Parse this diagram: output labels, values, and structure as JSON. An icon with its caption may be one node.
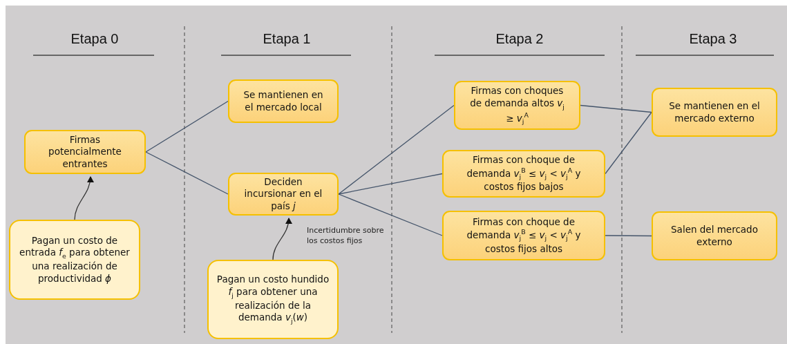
{
  "diagram": {
    "nodes": [
      {
        "text": [
          "Firmas potencialmente entrantes"
        ]
      },
      {
        "text": [
          "Pagan un costo de entrada *f*$_{e}$ para obtener una realización de productividad *ϕ*"
        ]
      },
      {
        "text": [
          "Se mantienen en el mercado local"
        ]
      },
      {
        "text": [
          "Deciden incursionar en el país *j*"
        ]
      },
      {
        "text": [
          "Pagan un costo hundido *f*$_{j}$ para obtener una realización de la demanda *v*$_{j}$(*w*)"
        ]
      },
      {
        "text": [
          "Firmas con choques de demanda altos *v*$_{j}$ ≥ *v*$_{j}$$^{A}$"
        ]
      },
      {
        "text": [
          "Firmas con choque de demanda *v*$_{j}$$^{B}$ ≤ *v*$_{j}$ < *v*$_{j}$$^{A}$ y costos fijos bajos"
        ]
      },
      {
        "text": [
          "Firmas con choque de demanda *v*$_{j}$$^{B}$ ≤ *v*$_{j}$ < *v*$_{j}$$^{A}$ y costos fijos altos"
        ]
      },
      {
        "text": [
          "Se mantienen en el mercado externo"
        ]
      },
      {
        "text": [
          "Salen del mercado externo"
        ]
      }
    ],
    "edges": [
      {
        "from": 0,
        "to": 2,
        "arrow": "none"
      },
      {
        "from": 0,
        "to": 3,
        "arrow": "none"
      },
      {
        "from": 1,
        "to": 0,
        "arrow": "to"
      },
      {
        "from": 4,
        "to": 3,
        "arrow": "to"
      },
      {
        "from": 3,
        "to": 5,
        "arrow": "none"
      },
      {
        "from": 3,
        "to": 6,
        "arrow": "none"
      },
      {
        "from": 3,
        "to": 7,
        "arrow": "none"
      },
      {
        "from": 5,
        "to": 8,
        "arrow": "none"
      },
      {
        "from": 6,
        "to": 8,
        "arrow": "none"
      },
      {
        "from": 7,
        "to": 9,
        "arrow": "none"
      }
    ],
    "labels": [
      "Etapa 0",
      "Etapa 1",
      "Etapa 2",
      "Etapa 3",
      "Incertidumbre sobre los costos fijos"
    ]
  }
}
